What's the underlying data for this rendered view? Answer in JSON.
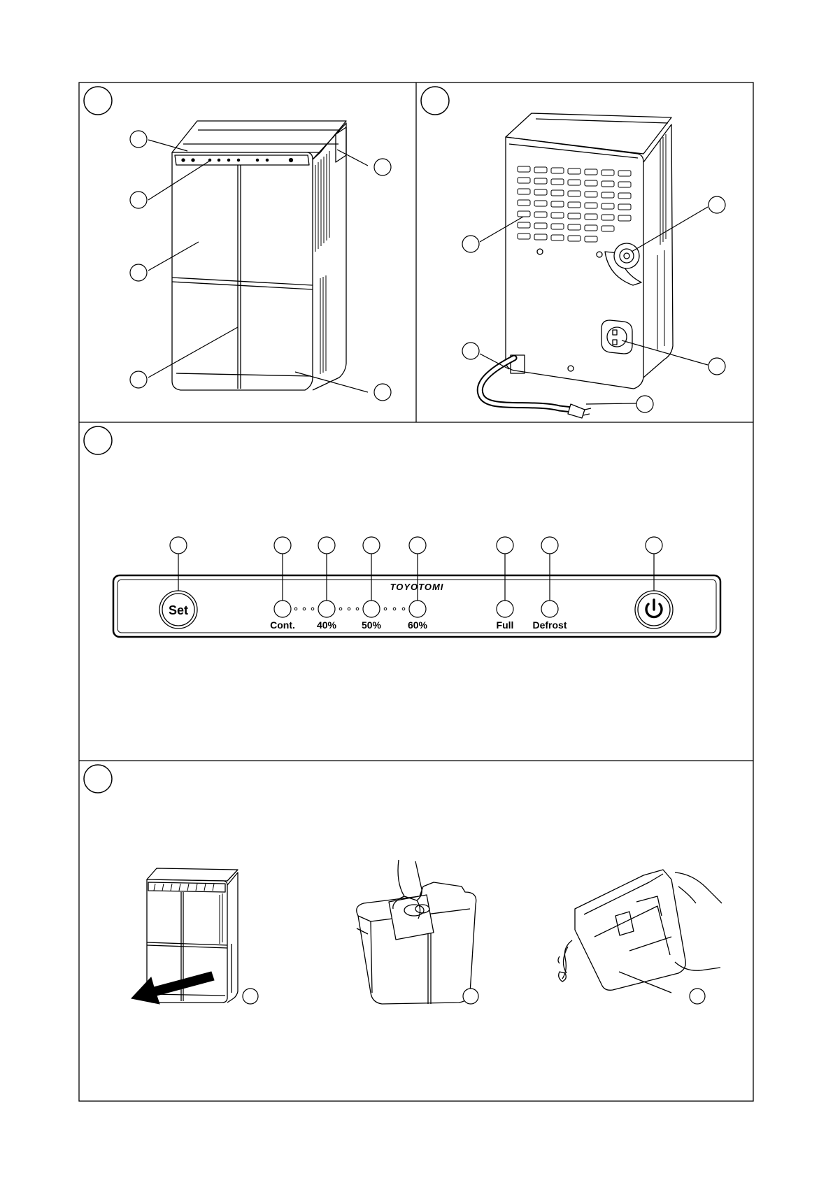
{
  "panel_sections": [
    {
      "id": "A"
    },
    {
      "id": "B"
    },
    {
      "id": "C"
    },
    {
      "id": "D"
    }
  ],
  "control_panel": {
    "brand": "TOYOTOMI",
    "set_label": "Set",
    "labels": {
      "cont": "Cont.",
      "p40": "40%",
      "p50": "50%",
      "p60": "60%",
      "full": "Full",
      "defrost": "Defrost"
    },
    "power_icon": "power-icon"
  },
  "colors": {
    "line": "#000000",
    "background": "#ffffff"
  }
}
